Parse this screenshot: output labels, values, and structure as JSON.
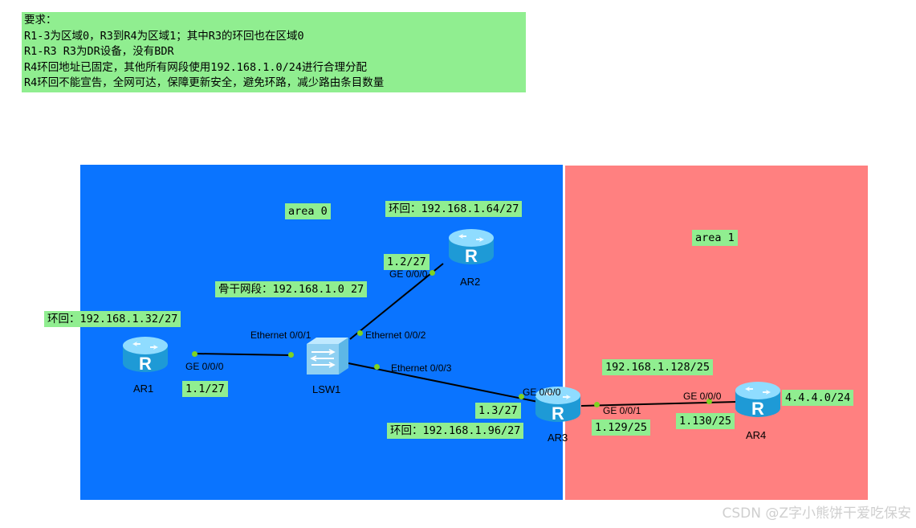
{
  "requirements": {
    "lines": [
      "要求：",
      "R1-3为区域0，R3到R4为区域1；其中R3的环回也在区域0",
      "R1-R3  R3为DR设备，没有BDR",
      "R4环回地址已固定，其他所有网段使用192.168.1.0/24进行合理分配",
      "R4环回不能宣告，全网可达，保障更新安全，避免环路，减少路由条目数量"
    ]
  },
  "areas": {
    "area0": {
      "label": "area 0",
      "color": "#0a74ff"
    },
    "area1": {
      "label": "area 1",
      "color": "#ff8080"
    }
  },
  "devices": {
    "ar1": {
      "name": "AR1",
      "icon": "router-icon"
    },
    "ar2": {
      "name": "AR2",
      "icon": "router-icon"
    },
    "ar3": {
      "name": "AR3",
      "icon": "router-icon"
    },
    "ar4": {
      "name": "AR4",
      "icon": "router-icon"
    },
    "lsw1": {
      "name": "LSW1",
      "icon": "switch-icon"
    }
  },
  "ports": {
    "ar1_ge000": "GE 0/0/0",
    "lsw1_eth001": "Ethernet 0/0/1",
    "lsw1_eth002": "Ethernet 0/0/2",
    "lsw1_eth003": "Ethernet 0/0/3",
    "ar2_ge000": "GE 0/0/0",
    "ar3_ge000": "GE 0/0/0",
    "ar3_ge001": "GE 0/0/1",
    "ar4_ge000": "GE 0/0/0"
  },
  "labels": {
    "ar1_loopback": "环回：192.168.1.32/27",
    "ar1_ip": "1.1/27",
    "ar2_loopback": "环回：192.168.1.64/27",
    "ar2_ip": "1.2/27",
    "backbone": "骨干网段：192.168.1.0 27",
    "ar3_ip": "1.3/27",
    "ar3_loopback": "环回：192.168.1.96/27",
    "ar3_ar4_net": "192.168.1.128/25",
    "ar3_ip2": "1.129/25",
    "ar4_ip": "1.130/25",
    "ar4_loopback": "4.4.4.0/24"
  },
  "colors": {
    "label_bg": "#90ee90",
    "port_dot": "#7ed321",
    "router_body": "#1ea6e6"
  },
  "watermark": "CSDN @Z字小熊饼干爱吃保安"
}
